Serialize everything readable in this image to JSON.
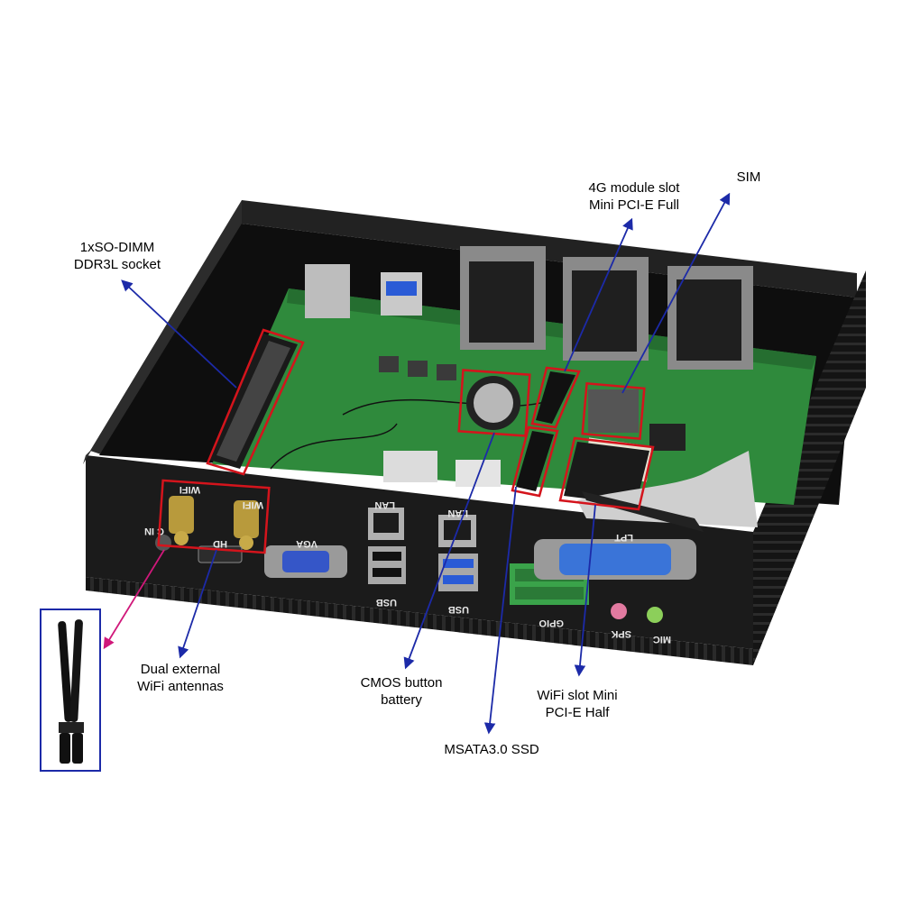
{
  "callouts": {
    "sodimm": [
      "1xSO-DIMM",
      "DDR3L socket"
    ],
    "module_4g": [
      "4G module slot",
      "Mini PCI-E Full"
    ],
    "sim": [
      "SIM"
    ],
    "antennas": [
      "Dual external",
      "WiFi antennas"
    ],
    "cmos": [
      "CMOS button",
      "battery"
    ],
    "wifi_slot": [
      "WiFi slot Mini",
      "PCI-E Half"
    ],
    "msata": [
      "MSATA3.0 SSD"
    ]
  },
  "ports": {
    "wifi_left": "WIFI",
    "wifi_right": "WIFI",
    "dc_in": "C IN",
    "hd": "HD",
    "vga": "VGA",
    "lan_1": "LAN",
    "lan_2": "LAN",
    "usb_1": "USB",
    "usb_2": "USB",
    "lpt": "LPT",
    "gpio": "GPIO",
    "spk": "SPK",
    "mic": "MIC"
  },
  "colors": {
    "arrow_blue": "#1c2aa8",
    "arrow_magenta": "#d0187a",
    "highlight_red": "#d4141c",
    "pcb_green": "#2f8a3c",
    "chassis_black": "#1a1a1a"
  }
}
